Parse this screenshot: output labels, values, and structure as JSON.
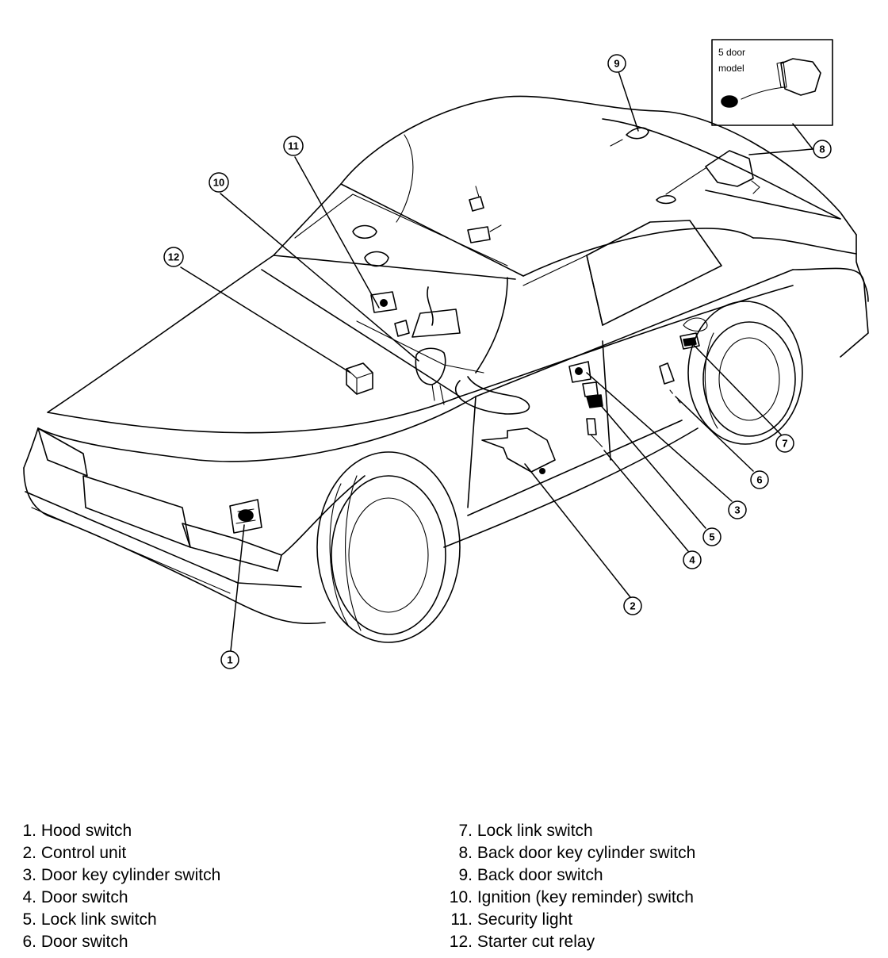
{
  "inset": {
    "line1": "5 door",
    "line2": "model"
  },
  "callouts": [
    "1",
    "2",
    "3",
    "4",
    "5",
    "6",
    "7",
    "8",
    "9",
    "10",
    "11",
    "12"
  ],
  "legend": [
    {
      "num": "1.",
      "label": "Hood switch"
    },
    {
      "num": "2.",
      "label": "Control unit"
    },
    {
      "num": "3.",
      "label": "Door key cylinder switch"
    },
    {
      "num": "4.",
      "label": "Door switch"
    },
    {
      "num": "5.",
      "label": "Lock link switch"
    },
    {
      "num": "6.",
      "label": "Door switch"
    },
    {
      "num": "7.",
      "label": "Lock link switch"
    },
    {
      "num": "8.",
      "label": "Back door key cylinder switch"
    },
    {
      "num": "9.",
      "label": "Back door switch"
    },
    {
      "num": "10.",
      "label": "Ignition (key reminder) switch"
    },
    {
      "num": "11.",
      "label": "Security light"
    },
    {
      "num": "12.",
      "label": "Starter cut relay"
    }
  ]
}
